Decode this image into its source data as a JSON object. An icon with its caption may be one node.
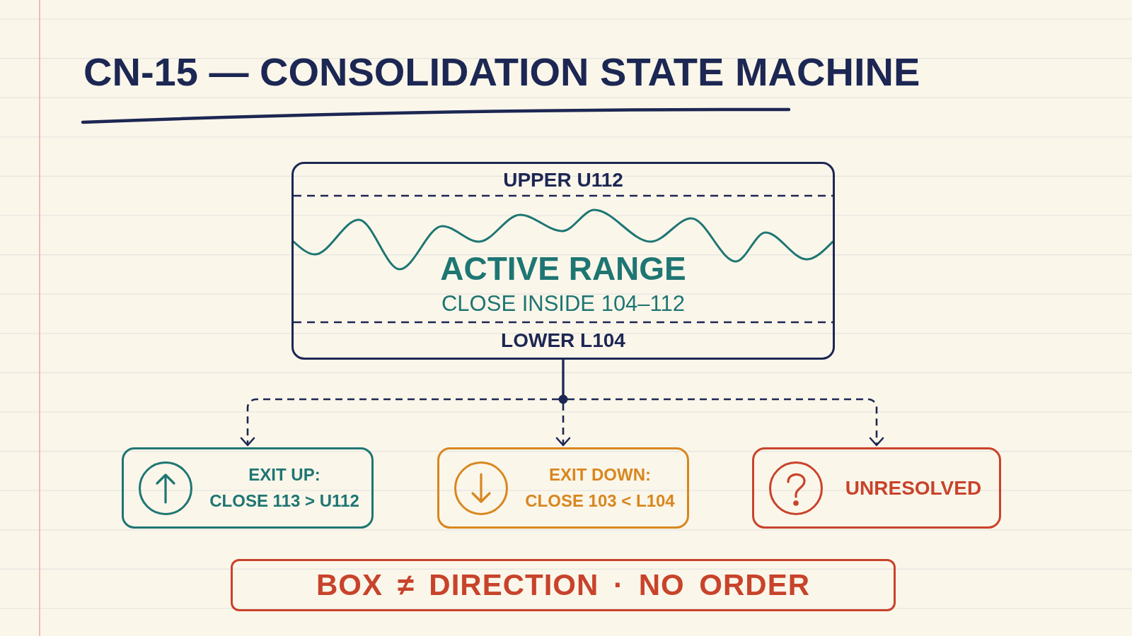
{
  "diagram": {
    "title": "CN-15 — CONSOLIDATION STATE MACHINE",
    "nodes": [
      {
        "text": [
          "UPPER U112",
          "ACTIVE RANGE",
          "CLOSE INSIDE 104–112",
          "LOWER L104"
        ]
      },
      {
        "text": [
          "EXIT UP:",
          "CLOSE 113 > U112"
        ]
      },
      {
        "text": [
          "EXIT DOWN:",
          "CLOSE 103 < L104"
        ]
      },
      {
        "text": [
          "UNRESOLVED"
        ]
      },
      {
        "text": [
          "BOX ≠ DIRECTION · NO ORDER"
        ]
      }
    ],
    "edges": [
      {
        "from": 0,
        "to": 1,
        "arrow": "to",
        "style": "dashed"
      },
      {
        "from": 0,
        "to": 2,
        "arrow": "to",
        "style": "dashed"
      },
      {
        "from": 0,
        "to": 3,
        "arrow": "to",
        "style": "dashed"
      }
    ]
  }
}
